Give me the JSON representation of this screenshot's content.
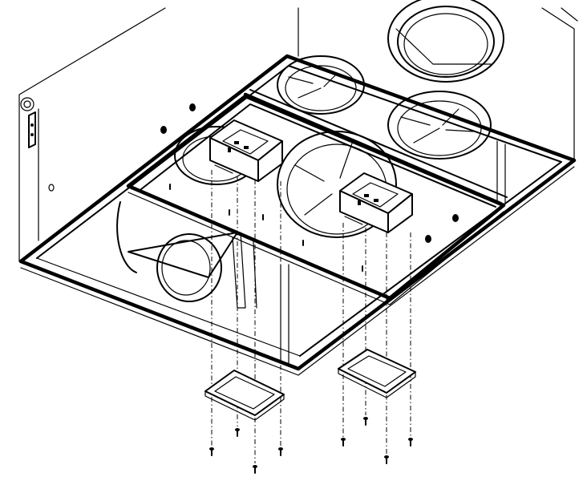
{
  "diagram": {
    "style": "monochrome line-art exploded view",
    "colors": {
      "line": "#000000",
      "background": "#ffffff"
    },
    "icons": [
      "housing-unit",
      "fan-module",
      "junction-box",
      "cover-plate",
      "screw"
    ]
  }
}
